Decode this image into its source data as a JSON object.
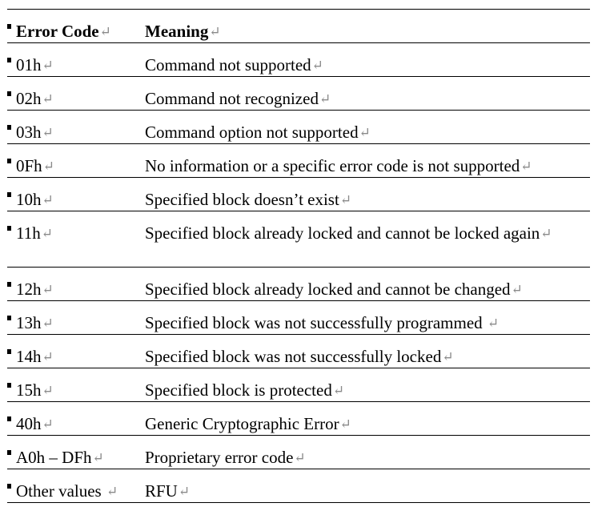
{
  "table": {
    "header": {
      "code": "Error Code",
      "meaning": "Meaning"
    },
    "return_mark": "↵",
    "rows": [
      {
        "code": "01h",
        "meaning": "Command not supported"
      },
      {
        "code": "02h",
        "meaning": "Command not recognized"
      },
      {
        "code": "03h",
        "meaning": "Command option not supported"
      },
      {
        "code": "0Fh",
        "meaning": "No information or a specific error code is not supported"
      },
      {
        "code": "10h",
        "meaning": "Specified block doesn’t exist"
      },
      {
        "code": "11h",
        "meaning": "Specified block already locked and cannot be locked again"
      },
      {
        "code": "12h",
        "meaning": "Specified block already locked and cannot be changed"
      },
      {
        "code": "13h",
        "meaning": "Specified block was not successfully programmed "
      },
      {
        "code": "14h",
        "meaning": "Specified block was not successfully locked"
      },
      {
        "code": "15h",
        "meaning": "Specified block is protected"
      },
      {
        "code": "40h",
        "meaning": "Generic Cryptographic Error"
      },
      {
        "code": "A0h – DFh",
        "meaning": "Proprietary error code"
      },
      {
        "code": "Other values ",
        "meaning": "RFU"
      }
    ]
  }
}
